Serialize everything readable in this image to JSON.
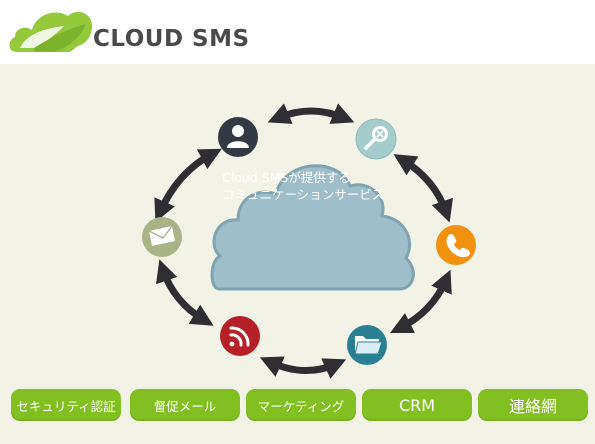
{
  "header": {
    "brand": "CLOUD SMS"
  },
  "cloud": {
    "line1": "Cloud SMSが提供する",
    "line2": "コミュニケーションサービス"
  },
  "nodes": [
    {
      "icon": "user-icon",
      "color": "#343a44"
    },
    {
      "icon": "search-icon",
      "color": "#a4ccca"
    },
    {
      "icon": "phone-icon",
      "color": "#f2900f"
    },
    {
      "icon": "folder-icon",
      "color": "#2a7f93"
    },
    {
      "icon": "rss-icon",
      "color": "#b52126"
    },
    {
      "icon": "mail-icon",
      "color": "#a9b486"
    }
  ],
  "buttons": [
    {
      "label": "セキュリティ認証"
    },
    {
      "label": "督促メール"
    },
    {
      "label": "マーケティング"
    },
    {
      "label": "CRM"
    },
    {
      "label": "連絡網"
    }
  ],
  "colors": {
    "brand_green": "#82c021",
    "cloud": "#9ebec9",
    "cloud_outline": "#7ea3b1",
    "arrow": "#2f2f33",
    "stage_background": "#f3f2e6"
  }
}
